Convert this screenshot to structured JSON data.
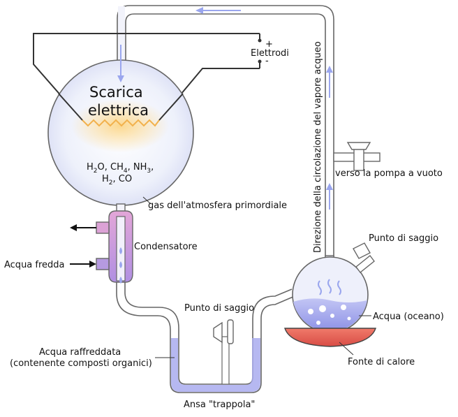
{
  "labels": {
    "spark_line1": "Scarica",
    "spark_line2": "elettrica",
    "electrodes": "Elettrodi",
    "plus": "+",
    "minus": "-",
    "vacuum_pump": "verso la pompa a vuoto",
    "circulation": "Direzione della circolazione del vapore acqueo",
    "gas": "gas dell'atmosfera primordiale",
    "condenser": "Condensatore",
    "cold_water": "Acqua fredda",
    "sample_point_right": "Punto di saggio",
    "sample_point_trap": "Punto di saggio",
    "ocean": "Acqua (oceano)",
    "heat": "Fonte di calore",
    "cooled_water_line1": "Acqua raffreddata",
    "cooled_water_line2": "(contenente composti organici)",
    "trap": "Ansa \"trappola\""
  },
  "gases": {
    "h": "H",
    "two_a": "2",
    "o_comma": "O, CH",
    "four": "4",
    "comma_nh": ", NH",
    "three": "3",
    "comma": ",",
    "h2": "H",
    "two_b": "2",
    "co": ", CO"
  },
  "colors": {
    "glass_outline": "#666666",
    "water": "#a9acef",
    "arrow": "#9aa6ee",
    "condenser": "#c98fd6",
    "heat": "#e8665a",
    "spark": "#f2b14c"
  }
}
